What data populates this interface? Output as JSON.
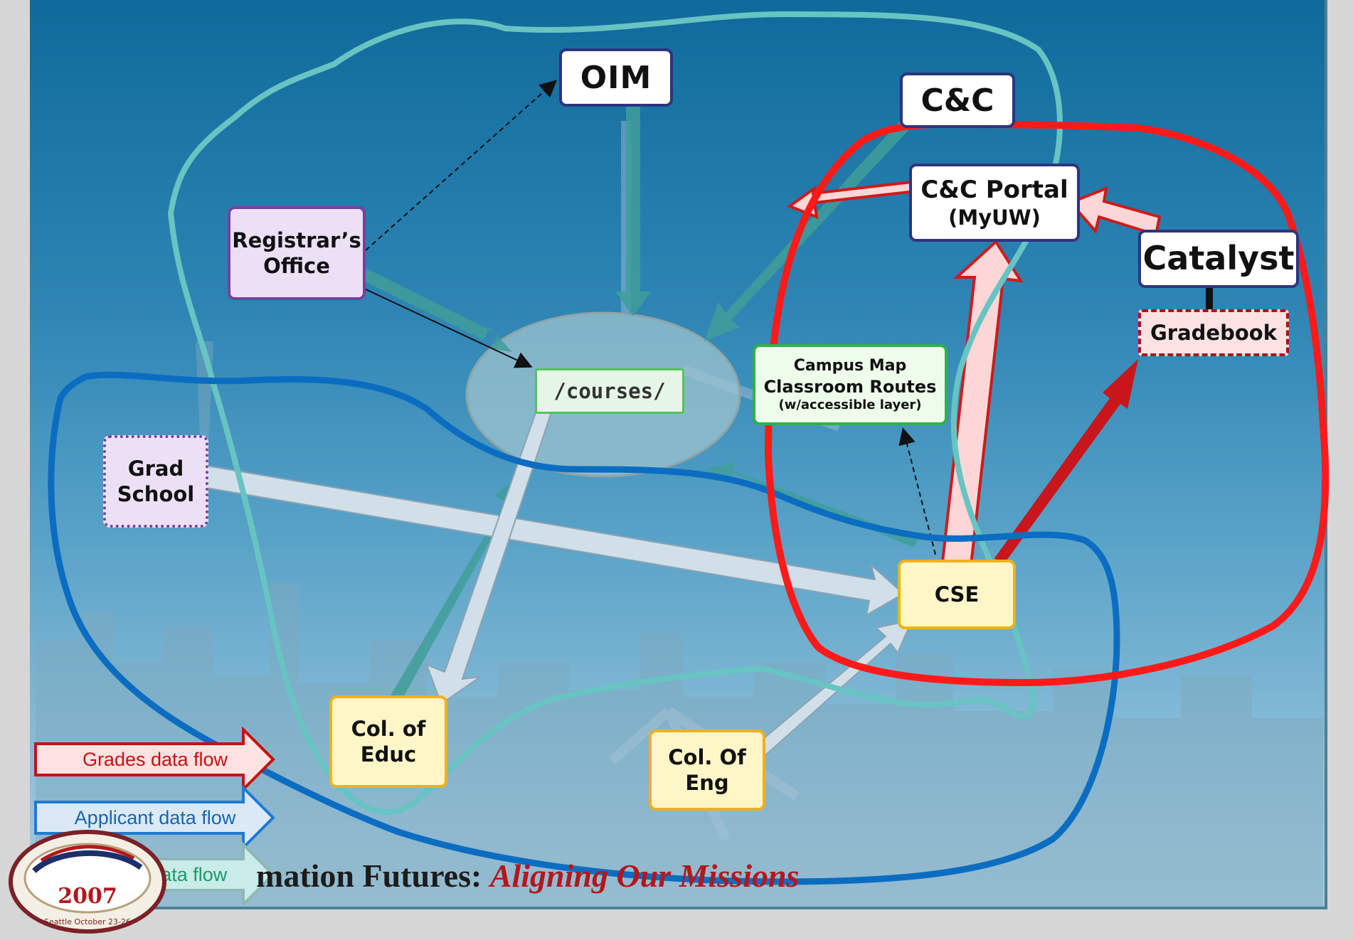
{
  "nodes": {
    "oim": "OIM",
    "cc": "C&C",
    "cc_portal": "C&C Portal",
    "cc_portal_sub": "(MyUW)",
    "catalyst": "Catalyst",
    "gradebook": "Gradebook",
    "registrar_line1": "Registrar’s",
    "registrar_line2": "Office",
    "courses": "/courses/",
    "campus_map_line1": "Campus Map",
    "campus_map_line2": "Classroom Routes",
    "campus_map_line3": "(w/accessible layer)",
    "grad_school_line1": "Grad",
    "grad_school_line2": "School",
    "cse": "CSE",
    "col_educ_line1": "Col. of",
    "col_educ_line2": "Educ",
    "col_eng_line1": "Col. Of",
    "col_eng_line2": "Eng"
  },
  "legend": {
    "grades": "Grades  data flow",
    "applicant": "Applicant data flow",
    "course": "Course data flow"
  },
  "footer": {
    "part1": "mation Futures: ",
    "part2": "Aligning Our Missions"
  },
  "logo": {
    "year": "2007",
    "caption": "Seattle October 23-26"
  },
  "colors": {
    "grades": "#d61a1a",
    "applicant": "#1272c4",
    "course": "#5ec2bf",
    "outline_red": "#ff1a1a",
    "outline_blue": "#0b6dc1",
    "outline_teal": "#67c4c2"
  },
  "icons": {
    "logo": "conference-logo-icon"
  }
}
